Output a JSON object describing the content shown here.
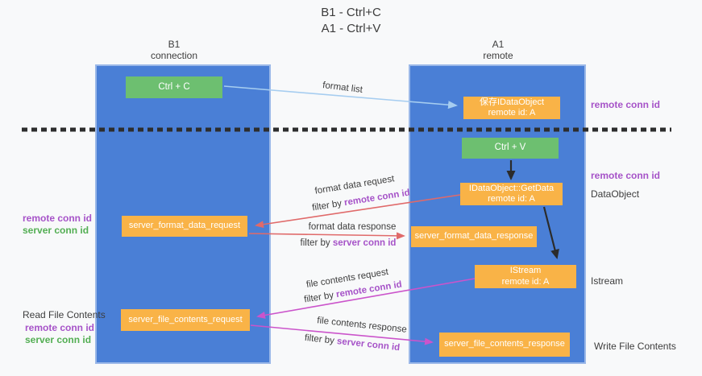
{
  "title": {
    "line1": "B1 - Ctrl+C",
    "line2": "A1 - Ctrl+V"
  },
  "columns": {
    "left": {
      "name": "B1",
      "role": "connection"
    },
    "right": {
      "name": "A1",
      "role": "remote"
    }
  },
  "boxes": {
    "ctrl_c": {
      "label": "Ctrl + C"
    },
    "ctrl_v": {
      "label": "Ctrl + V"
    },
    "save_dataobject": {
      "line1": "保存IDataObject",
      "line2": "remote id: A"
    },
    "getdata": {
      "line1": "IDataObject::GetData",
      "line2": "remote id: A"
    },
    "istream": {
      "line1": "IStream",
      "line2": "remote id: A"
    },
    "format_request": {
      "label": "server_format_data_request"
    },
    "format_response": {
      "label": "server_format_data_response"
    },
    "file_request": {
      "label": "server_file_contents_request"
    },
    "file_response": {
      "label": "server_file_contents_response"
    }
  },
  "flow_labels": {
    "format_list": "format list",
    "format_data_request": "format data request",
    "format_data_request_filter": {
      "prefix": "filter by ",
      "key": "remote conn id"
    },
    "format_data_response": "format data response",
    "format_data_response_filter": {
      "prefix": "filter by ",
      "key": "server conn id"
    },
    "file_contents_request": "file contents request",
    "file_contents_request_filter": {
      "prefix": "filter by ",
      "key": "remote conn id"
    },
    "file_contents_response": "file contents response",
    "file_contents_response_filter": {
      "prefix": "filter by ",
      "key": "server conn id"
    }
  },
  "side_labels": {
    "right_remote_conn_top": "remote conn id",
    "right_remote_conn_mid": "remote conn id",
    "right_dataobject": "DataObject",
    "right_istream": "Istream",
    "right_write_file": "Write File Contents",
    "left_format_remote": "remote conn id",
    "left_format_server": "server conn id",
    "left_read_file": "Read File Contents",
    "left_file_remote": "remote conn id",
    "left_file_server": "server conn id"
  },
  "colors": {
    "lane_blue": "#4a7fd6",
    "box_green": "#6dbf70",
    "box_orange": "#f9b347",
    "purple_text": "#a653c8",
    "green_text": "#53ae53",
    "arrow_lightblue": "#a6cdf0",
    "arrow_red": "#e06a6a",
    "arrow_magenta": "#cb54cb",
    "arrow_black": "#2b2b2b",
    "text_dark": "#3d3d3d",
    "background": "#f8f9fa"
  }
}
